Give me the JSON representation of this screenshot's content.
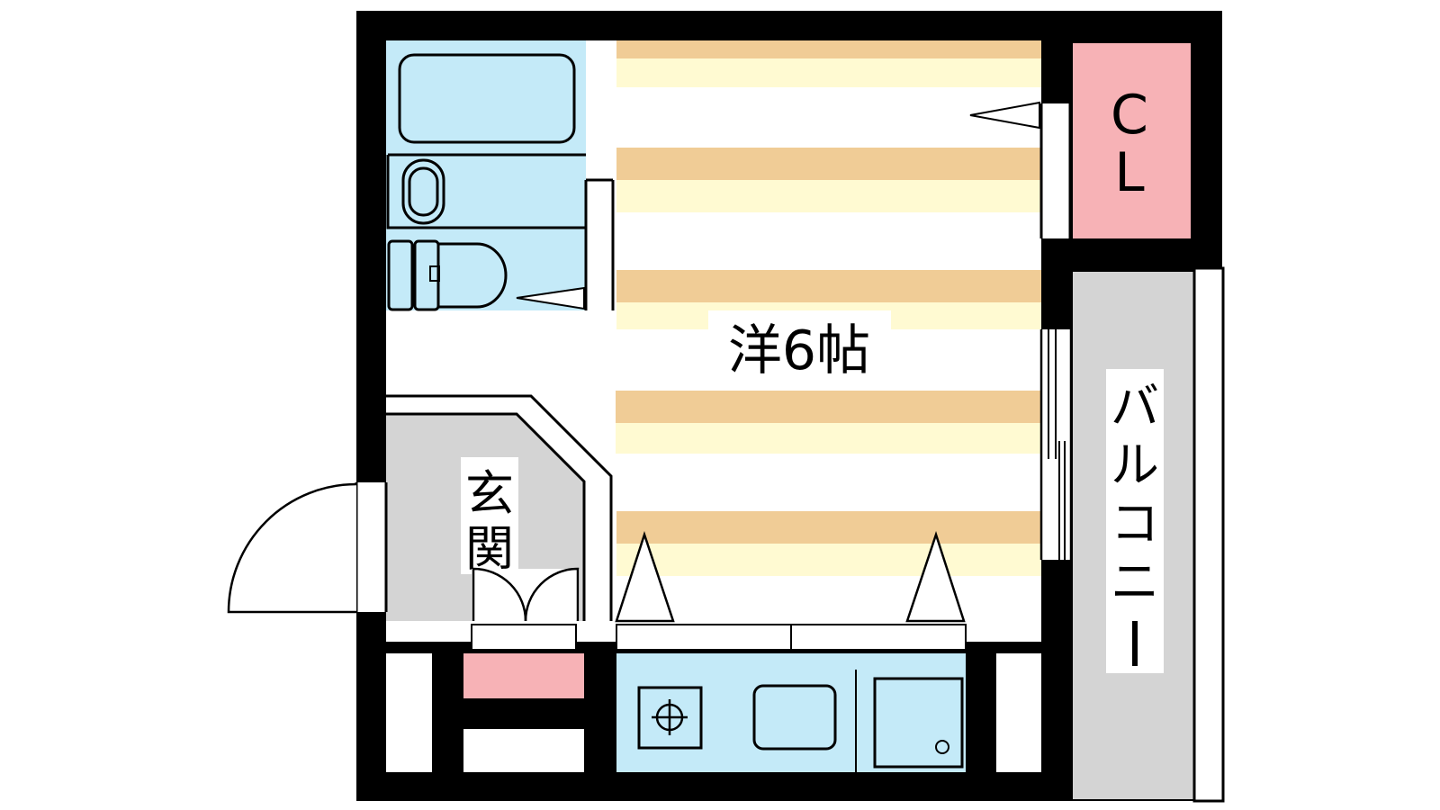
{
  "rooms": {
    "western_room": {
      "label": "洋6帖"
    },
    "closet": {
      "label_line1": "C",
      "label_line2": "L"
    },
    "entrance": {
      "label_line1": "玄",
      "label_line2": "関"
    },
    "balcony": {
      "label_chars": [
        "バ",
        "ル",
        "コ",
        "ニ",
        "ー"
      ]
    }
  },
  "colors": {
    "wall": "#000000",
    "floor_stripe_tan": "#f0cc96",
    "floor_stripe_cream": "#fffad2",
    "wet_area_blue": "#c4eaf8",
    "closet_pink": "#f7b2b6",
    "grey_area": "#d4d4d4"
  }
}
